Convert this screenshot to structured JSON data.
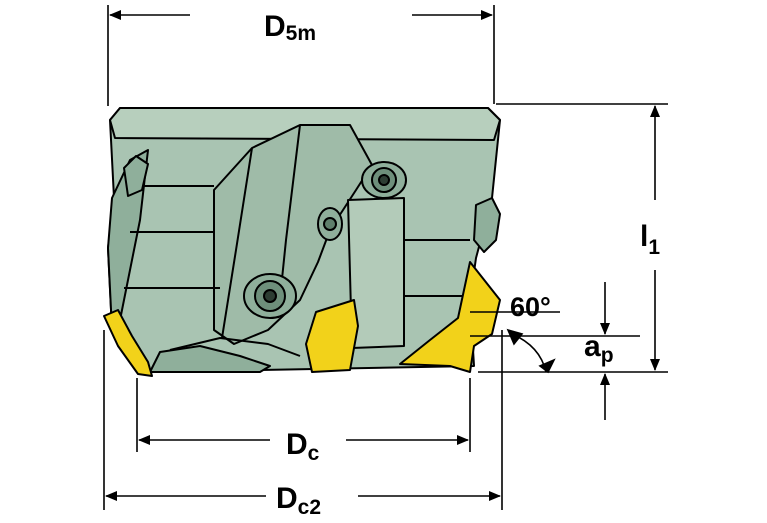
{
  "labels": {
    "d5m_main": "D",
    "d5m_sub": "5m",
    "l1_main": "l",
    "l1_sub": "1",
    "angle": "60°",
    "ap_main": "a",
    "ap_sub": "p",
    "dc_main": "D",
    "dc_sub": "c",
    "dc2_main": "D",
    "dc2_sub": "c2"
  },
  "colors": {
    "body": "#a9c4b2",
    "body_shade": "#8faf9b",
    "insert": "#f2d21a",
    "outline": "#000000",
    "background": "#ffffff"
  }
}
